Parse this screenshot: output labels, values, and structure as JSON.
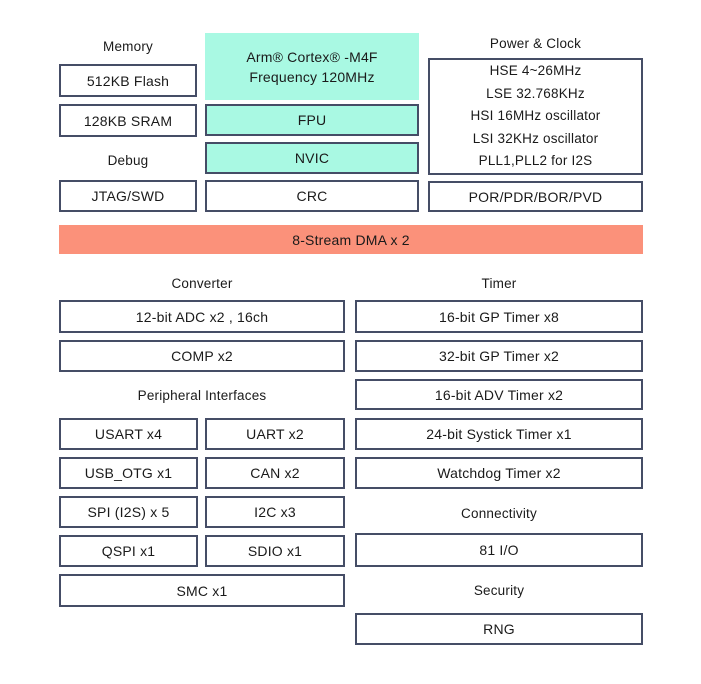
{
  "colors": {
    "teal": "#a9f9e3",
    "salmon": "#fb917a",
    "border": "#454d66",
    "text": "#1a1a1a",
    "background": "#ffffff"
  },
  "top": {
    "memory": {
      "label": "Memory",
      "boxes": [
        "512KB Flash",
        "128KB SRAM"
      ]
    },
    "debug": {
      "label": "Debug",
      "box": "JTAG/SWD"
    },
    "cpu": {
      "line1": "Arm® Cortex® -M4F",
      "line2": "Frequency 120MHz",
      "fpu": "FPU",
      "nvic": "NVIC",
      "crc": "CRC"
    },
    "power": {
      "label": "Power & Clock",
      "clock_lines": [
        "HSE 4~26MHz",
        "LSE 32.768KHz",
        "HSI 16MHz oscillator",
        "LSI 32KHz oscillator",
        "PLL1,PLL2 for I2S"
      ],
      "por": "POR/PDR/BOR/PVD"
    }
  },
  "dma": {
    "label": "8-Stream DMA x 2"
  },
  "left": {
    "converter": {
      "label": "Converter",
      "boxes": [
        "12-bit ADC x2 , 16ch",
        "COMP x2"
      ]
    },
    "peripherals": {
      "label": "Peripheral Interfaces",
      "grid": [
        [
          "USART x4",
          "UART x2"
        ],
        [
          "USB_OTG x1",
          "CAN x2"
        ],
        [
          "SPI (I2S) x 5",
          "I2C x3"
        ],
        [
          "QSPI x1",
          "SDIO x1"
        ]
      ],
      "full": "SMC x1"
    }
  },
  "right": {
    "timer": {
      "label": "Timer",
      "boxes": [
        "16-bit GP Timer x8",
        "32-bit GP Timer x2",
        "16-bit  ADV Timer x2",
        "24-bit  Systick Timer x1",
        "Watchdog Timer x2"
      ]
    },
    "connectivity": {
      "label": "Connectivity",
      "box": "81 I/O"
    },
    "security": {
      "label": "Security",
      "box": "RNG"
    }
  }
}
